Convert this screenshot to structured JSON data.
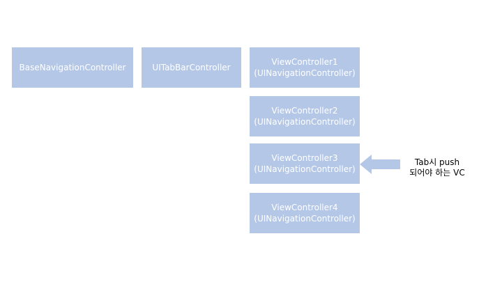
{
  "colors": {
    "box_fill": "#b4c7e7",
    "box_text": "#ffffff",
    "arrow_fill": "#b4c7e7",
    "note_text": "#000000"
  },
  "boxes": {
    "base_navigation": {
      "label": "BaseNavigationController"
    },
    "tab_bar": {
      "label": "UITabBarController"
    },
    "vc1": {
      "line1": "ViewController1",
      "line2": "(UINavigationController)"
    },
    "vc2": {
      "line1": "ViewController2",
      "line2": "(UINavigationController)"
    },
    "vc3": {
      "line1": "ViewController3",
      "line2": "(UINavigationController)"
    },
    "vc4": {
      "line1": "ViewController4",
      "line2": "(UINavigationController)"
    }
  },
  "annotation": {
    "line1": "Tab시 push",
    "line2": "되어야 하는 VC"
  },
  "arrow": {
    "direction": "left",
    "points_to": "vc3"
  }
}
